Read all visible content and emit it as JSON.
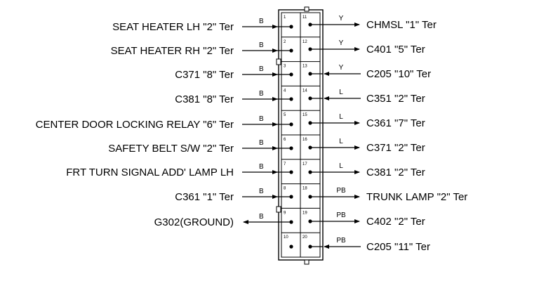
{
  "left_circuits": [
    {
      "label": "SEAT HEATER LH \"2\" Ter",
      "wire": "B",
      "dir": "in"
    },
    {
      "label": "SEAT HEATER RH \"2\" Ter",
      "wire": "B",
      "dir": "in"
    },
    {
      "label": "C371 \"8\" Ter",
      "wire": "B",
      "dir": "in"
    },
    {
      "label": "C381 \"8\" Ter",
      "wire": "B",
      "dir": "in"
    },
    {
      "label": "CENTER DOOR LOCKING RELAY \"6\" Ter",
      "wire": "B",
      "dir": "in"
    },
    {
      "label": "SAFETY BELT S/W \"2\" Ter",
      "wire": "B",
      "dir": "in"
    },
    {
      "label": "FRT TURN SIGNAL ADD' LAMP LH",
      "wire": "B",
      "dir": "in"
    },
    {
      "label": "C361 \"1\" Ter",
      "wire": "B",
      "dir": "in"
    },
    {
      "label": "G302(GROUND)",
      "wire": "B",
      "dir": "out"
    }
  ],
  "right_circuits": [
    {
      "label": "CHMSL \"1\" Ter",
      "wire": "Y",
      "dir": "out"
    },
    {
      "label": "C401 \"5\" Ter",
      "wire": "Y",
      "dir": "out"
    },
    {
      "label": "C205 \"10\" Ter",
      "wire": "Y",
      "dir": "in"
    },
    {
      "label": "C351 \"2\" Ter",
      "wire": "L",
      "dir": "in"
    },
    {
      "label": "C361 \"7\" Ter",
      "wire": "L",
      "dir": "out"
    },
    {
      "label": "C371 \"2\" Ter",
      "wire": "L",
      "dir": "out"
    },
    {
      "label": "C381 \"2\" Ter",
      "wire": "L",
      "dir": "out"
    },
    {
      "label": "TRUNK LAMP \"2\" Ter",
      "wire": "PB",
      "dir": "out"
    },
    {
      "label": "C402 \"2\" Ter",
      "wire": "PB",
      "dir": "out"
    },
    {
      "label": "C205 \"11\" Ter",
      "wire": "PB",
      "dir": "in"
    }
  ],
  "connector": {
    "left_pins": [
      "1",
      "2",
      "3",
      "4",
      "5",
      "6",
      "7",
      "8",
      "9",
      "10"
    ],
    "right_pins": [
      "11",
      "12",
      "13",
      "14",
      "15",
      "16",
      "17",
      "18",
      "19",
      "20"
    ]
  }
}
